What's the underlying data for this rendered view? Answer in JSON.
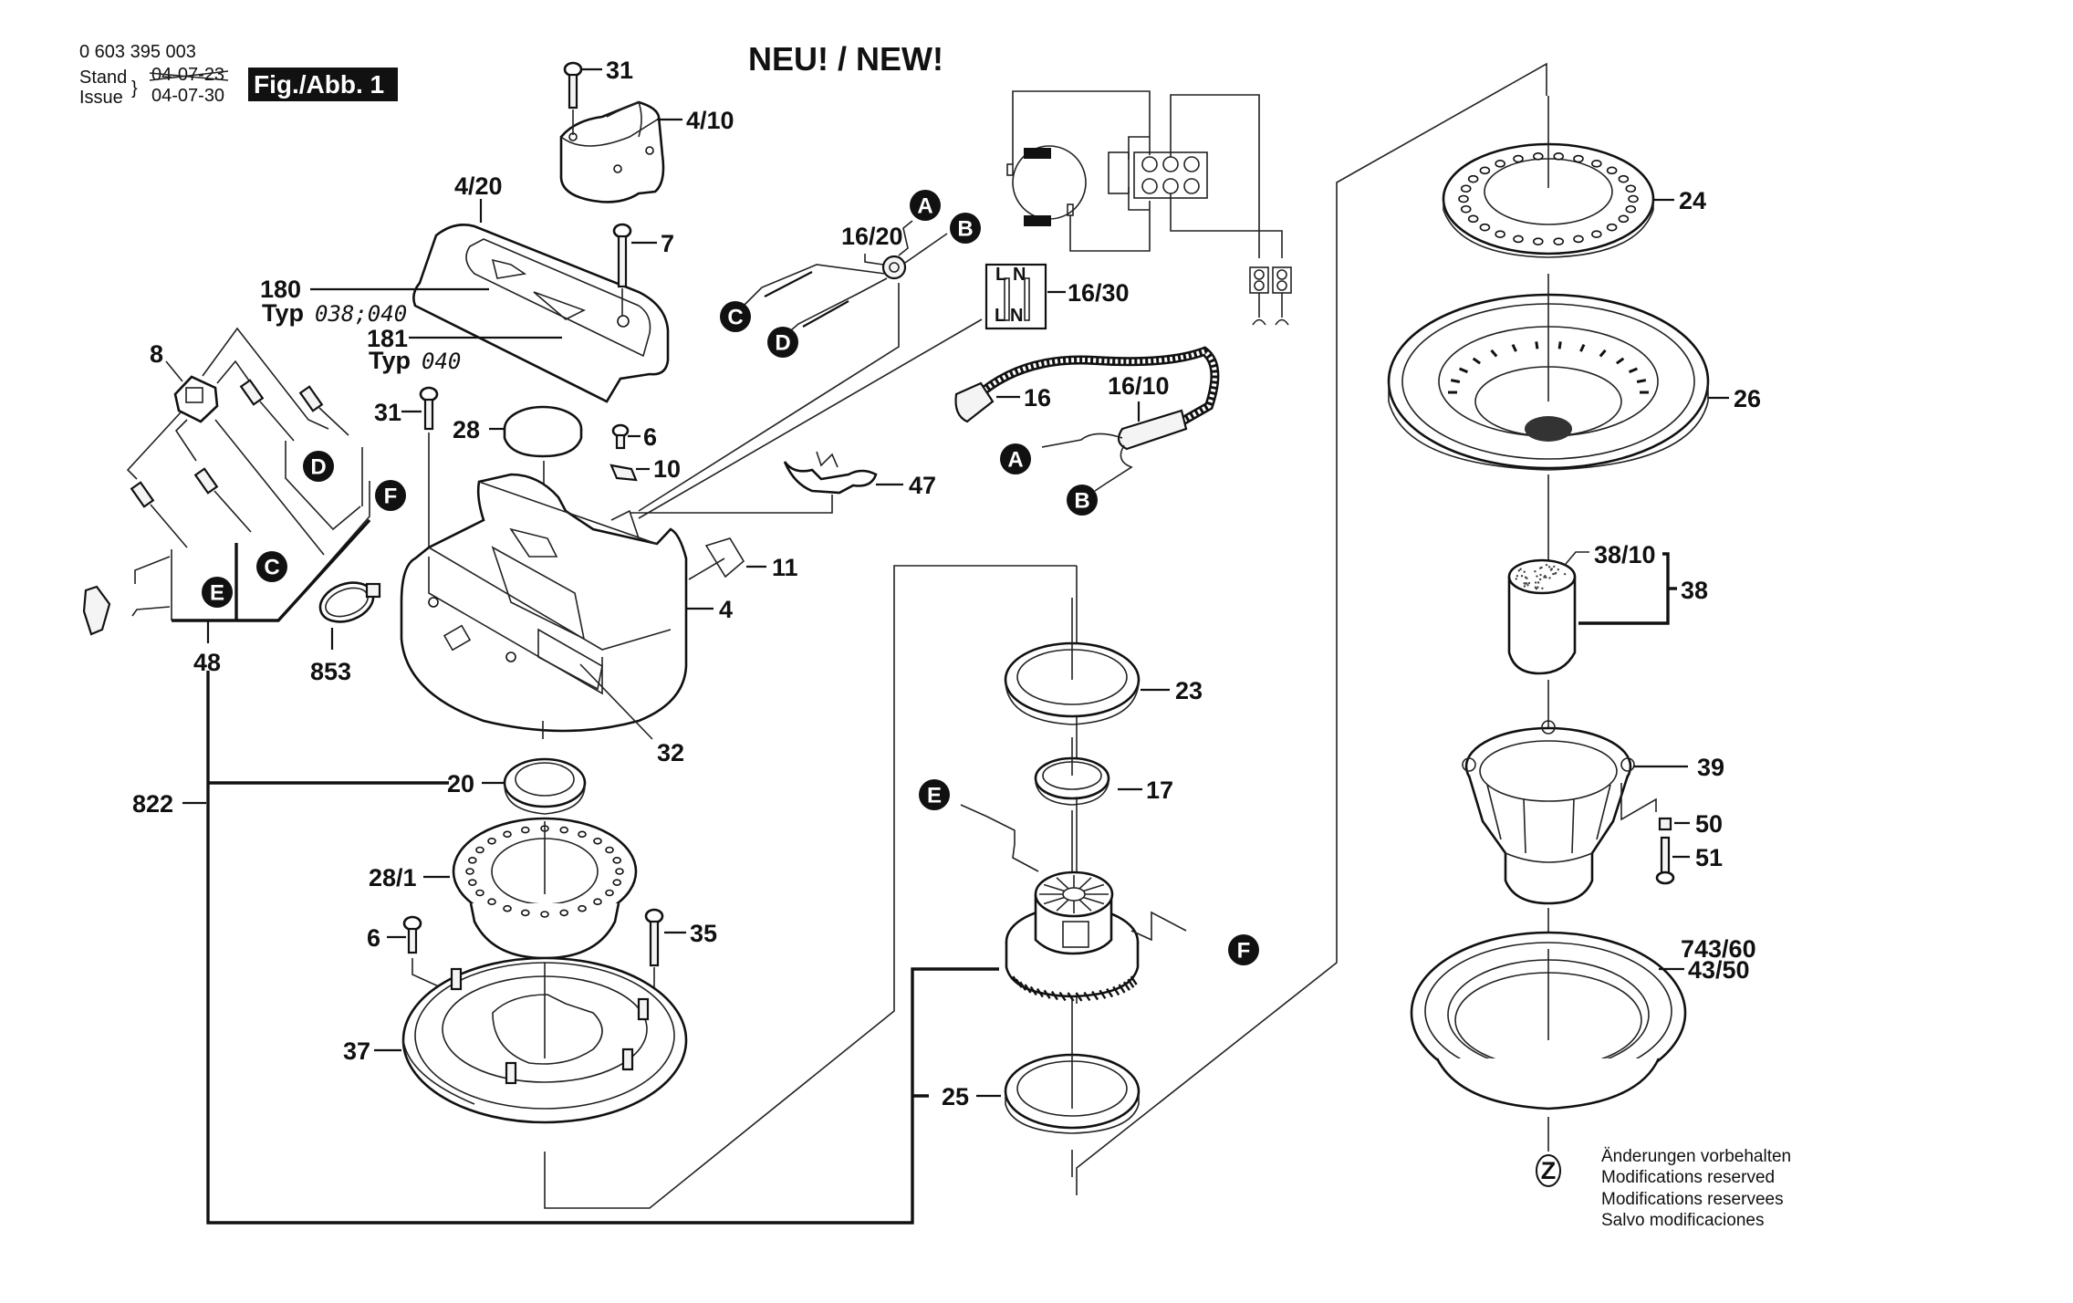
{
  "header": {
    "part_number": "0 603 395 003",
    "stand_label": "Stand",
    "issue_label": "Issue",
    "stand_date_struck": "04-07-23",
    "issue_date": "04-07-30",
    "figure_label": "Fig./Abb. 1"
  },
  "title": "NEU! / NEW!",
  "parts": {
    "p31_top": "31",
    "p4_10": "4/10",
    "p4_20": "4/20",
    "p7": "7",
    "p180": "180",
    "p180_typ_label": "Typ",
    "p180_typ_value": "038;040",
    "p181": "181",
    "p181_typ_label": "Typ",
    "p181_typ_value": "040",
    "p8": "8",
    "p31_mid": "31",
    "p28": "28",
    "p6_top": "6",
    "p10": "10",
    "p47": "47",
    "p11": "11",
    "p4": "4",
    "p32": "32",
    "p853": "853",
    "p48": "48",
    "p822": "822",
    "p20": "20",
    "p28_1": "28/1",
    "p6_bottom": "6",
    "p35": "35",
    "p37": "37",
    "p16_20": "16/20",
    "p16_30": "16/30",
    "p16": "16",
    "p16_10": "16/10",
    "p23": "23",
    "p17": "17",
    "p25": "25",
    "p24": "24",
    "p26": "26",
    "p38_10": "38/10",
    "p38": "38",
    "p39": "39",
    "p50": "50",
    "p51": "51",
    "p743_60": "743/60",
    "p43_50": "43/50"
  },
  "plug_box": {
    "top_left": "L",
    "top_right": "N",
    "bottom_left": "L",
    "bottom_right": "N"
  },
  "connectors": {
    "A": "A",
    "B": "B",
    "C": "C",
    "D": "D",
    "E": "E",
    "F": "F",
    "Z": "Z"
  },
  "footer_notes": [
    "Änderungen vorbehalten",
    "Modifications reserved",
    "Modifications reservees",
    "Salvo modificaciones"
  ]
}
